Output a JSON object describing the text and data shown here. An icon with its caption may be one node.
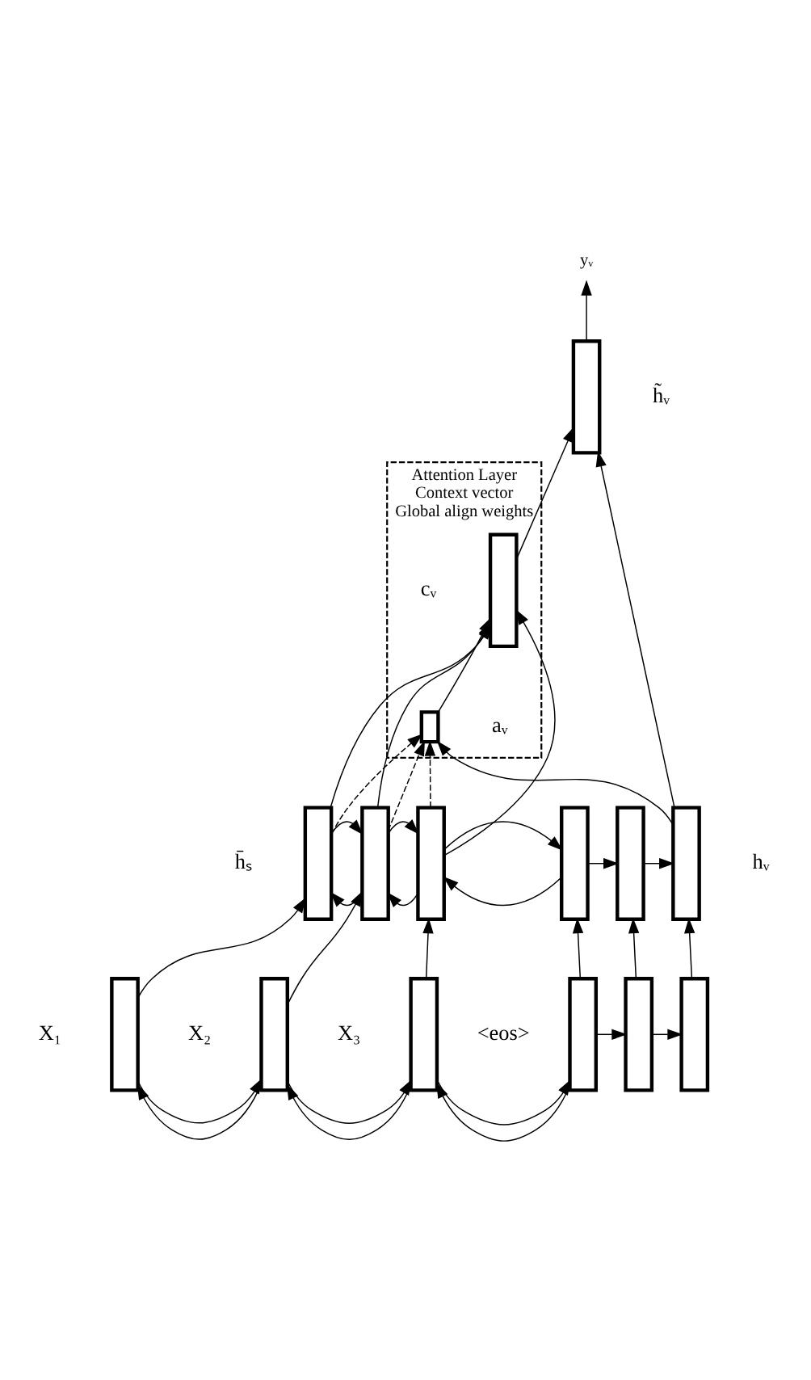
{
  "diagram": {
    "nodes": [
      {
        "text": [
          "Attention Layer",
          "Context vector",
          "Global align weights"
        ]
      },
      {
        "text": [
          "yᵥ"
        ]
      },
      {
        "text": [],
        "shape": "box",
        "beside": [
          "h̃ᵥ"
        ]
      },
      {
        "text": [],
        "shape": "box",
        "in": 0,
        "beside": [
          "cᵥ"
        ]
      },
      {
        "text": [],
        "shape": "box",
        "in": 0,
        "beside": [
          "aᵥ"
        ]
      },
      {
        "text": [],
        "shape": "box",
        "beside": [
          "h̄ₛ"
        ]
      },
      {
        "text": [],
        "shape": "box"
      },
      {
        "text": [],
        "shape": "box"
      },
      {
        "text": [],
        "shape": "box"
      },
      {
        "text": [],
        "shape": "box"
      },
      {
        "text": [],
        "shape": "box",
        "beside": [
          "hᵥ"
        ]
      },
      {
        "text": [],
        "shape": "box",
        "beside": [
          "X₁"
        ]
      },
      {
        "text": [],
        "shape": "box",
        "beside": [
          "X₂"
        ]
      },
      {
        "text": [],
        "shape": "box",
        "beside": [
          "X₃"
        ]
      },
      {
        "text": [],
        "shape": "box",
        "beside": [
          "<eos>"
        ]
      },
      {
        "text": [],
        "shape": "box"
      },
      {
        "text": [],
        "shape": "box"
      }
    ],
    "edges": [
      {
        "from": 2,
        "to": 1,
        "arrow": "to"
      },
      {
        "from": 3,
        "to": 2,
        "arrow": "to"
      },
      {
        "from": 10,
        "to": 2,
        "arrow": "to"
      },
      {
        "from": 4,
        "to": 3,
        "arrow": "to"
      },
      {
        "from": 5,
        "to": 3,
        "arrow": "to"
      },
      {
        "from": 6,
        "to": 3,
        "arrow": "to"
      },
      {
        "from": 7,
        "to": 3,
        "arrow": "to"
      },
      {
        "from": 5,
        "to": 4,
        "arrow": "to",
        "style": "dashed"
      },
      {
        "from": 6,
        "to": 4,
        "arrow": "to",
        "style": "dashed"
      },
      {
        "from": 7,
        "to": 4,
        "arrow": "to",
        "style": "dashed"
      },
      {
        "from": 10,
        "to": 4,
        "arrow": "to"
      },
      {
        "from": 5,
        "to": 6,
        "arrow": "to"
      },
      {
        "from": 6,
        "to": 7,
        "arrow": "to"
      },
      {
        "from": 7,
        "to": 8,
        "arrow": "to"
      },
      {
        "from": 8,
        "to": 9,
        "arrow": "to"
      },
      {
        "from": 9,
        "to": 10,
        "arrow": "to"
      },
      {
        "from": 6,
        "to": 5,
        "arrow": "to"
      },
      {
        "from": 7,
        "to": 6,
        "arrow": "to"
      },
      {
        "from": 8,
        "to": 7,
        "arrow": "to"
      },
      {
        "from": 11,
        "to": 12,
        "arrow": "to"
      },
      {
        "from": 12,
        "to": 13,
        "arrow": "to"
      },
      {
        "from": 13,
        "to": 14,
        "arrow": "to"
      },
      {
        "from": 14,
        "to": 15,
        "arrow": "to"
      },
      {
        "from": 15,
        "to": 16,
        "arrow": "to"
      },
      {
        "from": 12,
        "to": 11,
        "arrow": "to"
      },
      {
        "from": 13,
        "to": 12,
        "arrow": "to"
      },
      {
        "from": 14,
        "to": 13,
        "arrow": "to"
      },
      {
        "from": 11,
        "to": 5,
        "arrow": "to"
      },
      {
        "from": 12,
        "to": 6,
        "arrow": "to"
      },
      {
        "from": 13,
        "to": 7,
        "arrow": "to"
      },
      {
        "from": 14,
        "to": 8,
        "arrow": "to"
      },
      {
        "from": 15,
        "to": 9,
        "arrow": "to"
      },
      {
        "from": 16,
        "to": 10,
        "arrow": "to"
      }
    ]
  }
}
